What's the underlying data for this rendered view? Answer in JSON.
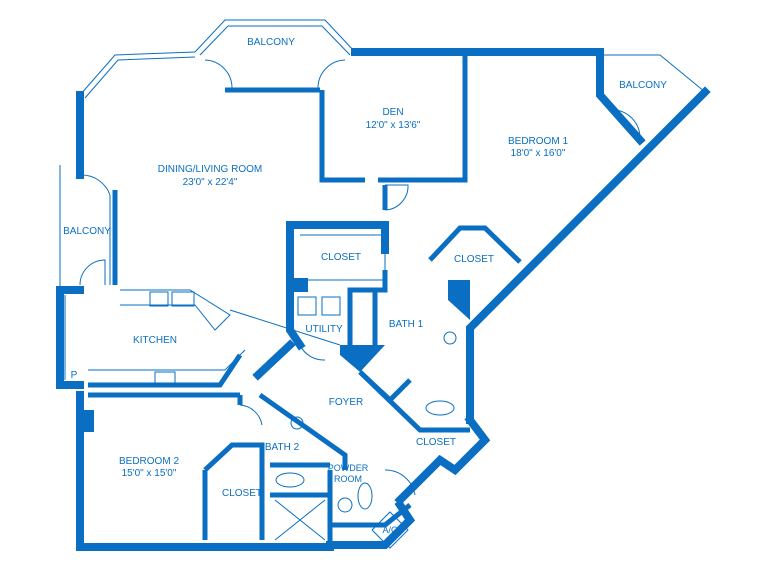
{
  "colors": {
    "wall": "#0a6fc2"
  },
  "rooms": {
    "balcony_top": {
      "name": "BALCONY"
    },
    "den": {
      "name": "DEN",
      "size": "12'0\" x 13'6\""
    },
    "bedroom1": {
      "name": "BEDROOM 1",
      "size": "18'0\" x 16'0\""
    },
    "balcony_right": {
      "name": "BALCONY"
    },
    "dining_living": {
      "name": "DINING/LIVING ROOM",
      "size": "23'0\" x 22'4\""
    },
    "balcony_left": {
      "name": "BALCONY"
    },
    "closet_center": {
      "name": "CLOSET"
    },
    "closet_bed1": {
      "name": "CLOSET"
    },
    "kitchen": {
      "name": "KITCHEN"
    },
    "utility": {
      "name": "UTILITY"
    },
    "bath1": {
      "name": "BATH 1"
    },
    "pantry": {
      "name": "P"
    },
    "foyer": {
      "name": "FOYER"
    },
    "bedroom2": {
      "name": "BEDROOM 2",
      "size": "15'0\" x 15'0\""
    },
    "bath2": {
      "name": "BATH 2"
    },
    "closet_bed2": {
      "name": "CLOSET"
    },
    "powder": {
      "name": "POWDER",
      "name2": "ROOM"
    },
    "closet_foyer": {
      "name": "CLOSET"
    },
    "ac": {
      "name": "A/C"
    }
  }
}
